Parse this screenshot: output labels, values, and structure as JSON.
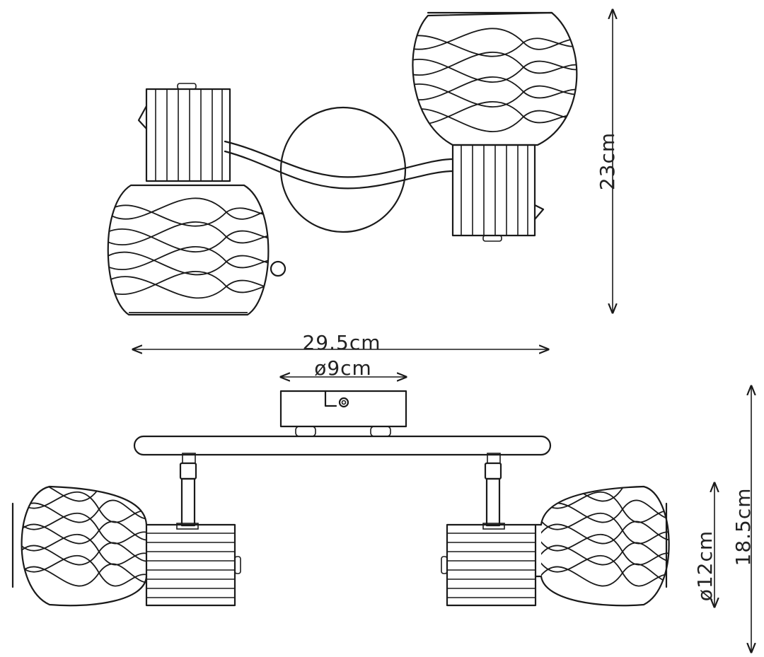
{
  "dimensions": {
    "height_top": "23cm",
    "width_total": "29.5cm",
    "base_diameter": "ø9cm",
    "shade_diameter": "ø12cm",
    "height_side": "18.5cm"
  }
}
